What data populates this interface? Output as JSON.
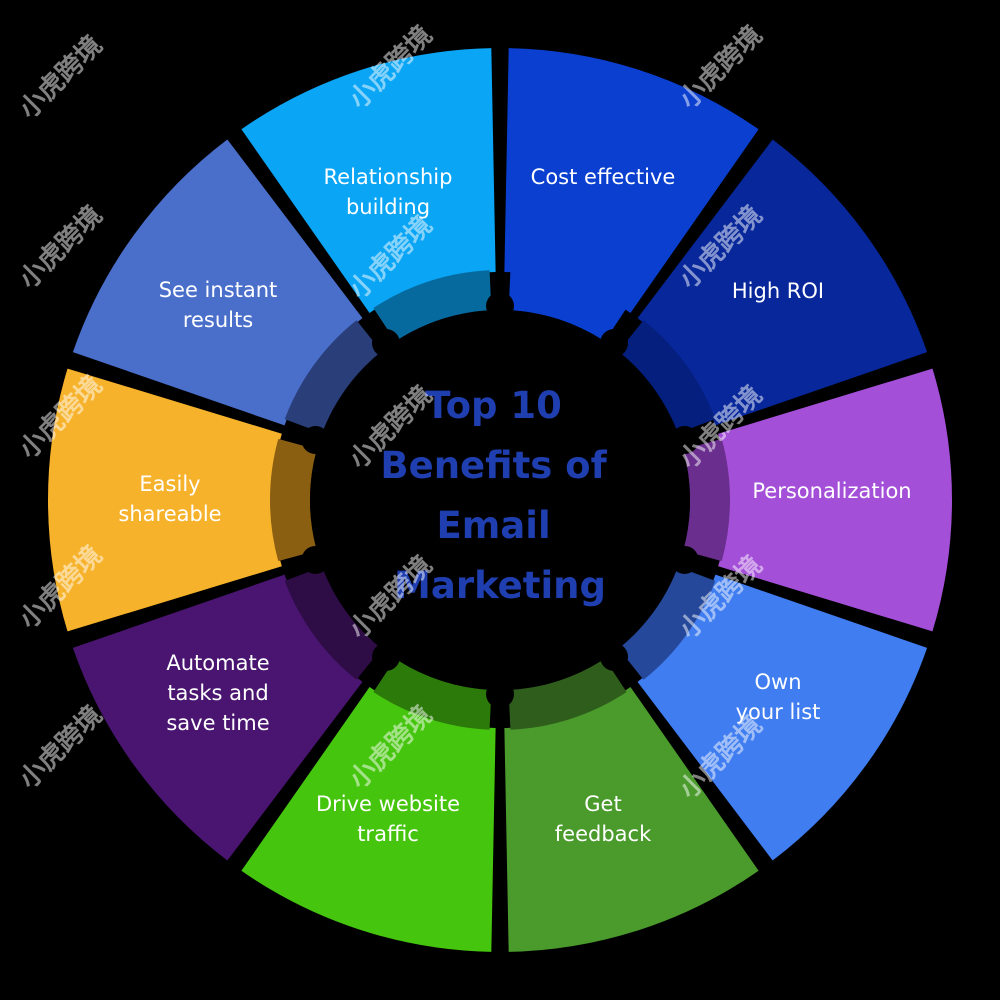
{
  "title": {
    "lines": [
      "Top 10",
      "Benefits of",
      "Email",
      "Marketing"
    ]
  },
  "segments": [
    {
      "id": "cost-effective",
      "lines": [
        "Cost effective"
      ],
      "color": "#0a3fd0",
      "ring_color": "#0a3fd0"
    },
    {
      "id": "high-roi",
      "lines": [
        "High ROI"
      ],
      "color": "#07279a",
      "ring_color": "#051f7e"
    },
    {
      "id": "personalization",
      "lines": [
        "Personalization"
      ],
      "color": "#a44fd8",
      "ring_color": "#6a2e8e"
    },
    {
      "id": "own-your-list",
      "lines": [
        "Own",
        "your list"
      ],
      "color": "#3f7df0",
      "ring_color": "#26489a"
    },
    {
      "id": "get-feedback",
      "lines": [
        "Get",
        "feedback"
      ],
      "color": "#4a9a2c",
      "ring_color": "#2f5e1c"
    },
    {
      "id": "drive-website-traffic",
      "lines": [
        "Drive website",
        "traffic"
      ],
      "color": "#46c50f",
      "ring_color": "#2c7a0a"
    },
    {
      "id": "automate-tasks",
      "lines": [
        "Automate",
        "tasks and",
        "save time"
      ],
      "color": "#4a1570",
      "ring_color": "#2e0c46"
    },
    {
      "id": "easily-shareable",
      "lines": [
        "Easily",
        "shareable"
      ],
      "color": "#f7b22c",
      "ring_color": "#8a5f12"
    },
    {
      "id": "see-instant-results",
      "lines": [
        "See instant",
        "results"
      ],
      "color": "#4a6fcb",
      "ring_color": "#2a3f7a"
    },
    {
      "id": "relationship-building",
      "lines": [
        "Relationship",
        "building"
      ],
      "color": "#0aa5f5",
      "ring_color": "#076a9e"
    }
  ],
  "watermark": "小虎跨境",
  "colors": {
    "background": "#000000",
    "center_fill": "#000000",
    "title_color": "#1f3fb0"
  }
}
